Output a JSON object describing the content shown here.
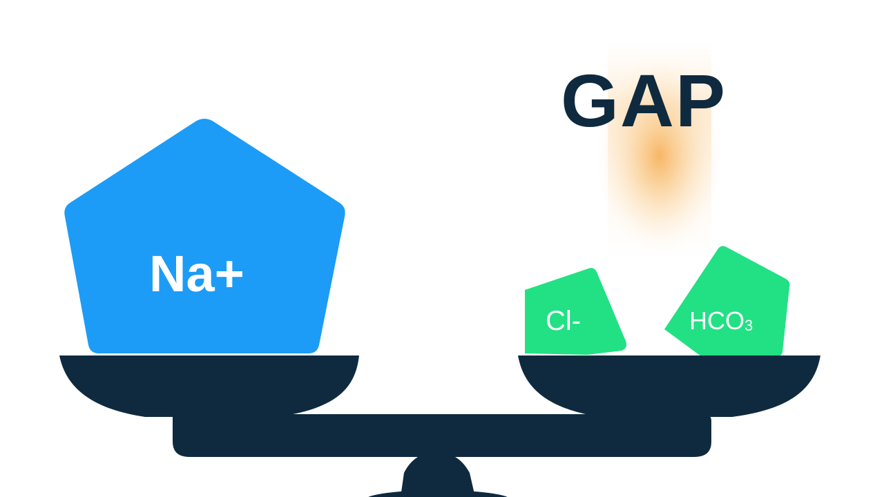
{
  "diagram": {
    "gap_label": "GAP",
    "cation": {
      "label": "Na+"
    },
    "anions": [
      {
        "label": "Cl-"
      },
      {
        "label": "HCO",
        "subscript": "3"
      }
    ],
    "icons": [
      "balance-scale-icon"
    ]
  },
  "colors": {
    "navy": "#0f2a3f",
    "cation_blue": "#1c9cf6",
    "anion_green": "#22e084",
    "glow_orange": "#f5a13a",
    "label_white": "#ffffff"
  }
}
